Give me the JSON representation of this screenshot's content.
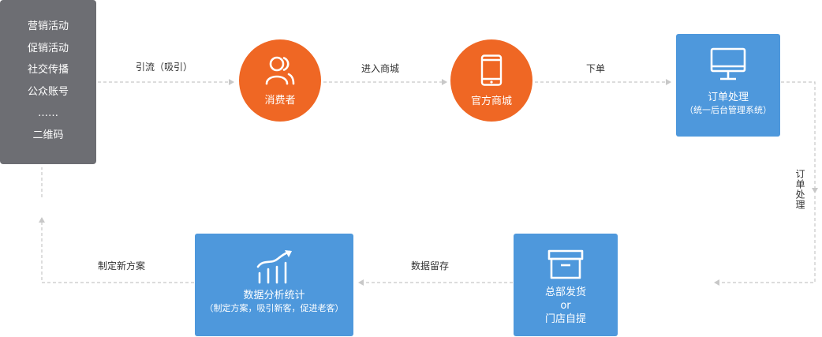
{
  "channels": {
    "items": [
      "营销活动",
      "促销活动",
      "社交传播",
      "公众账号",
      "……",
      "二维码"
    ]
  },
  "nodes": {
    "consumer": {
      "label": "消费者",
      "icon": "users-icon"
    },
    "official_mall": {
      "label": "官方商城",
      "icon": "mobile-phone-icon"
    },
    "order_processing": {
      "label": "订单处理",
      "sub": "（统一后台管理系统）",
      "icon": "monitor-icon"
    },
    "fulfillment": {
      "line1": "总部发货",
      "line2": "or",
      "line3": "门店自提",
      "icon": "box-icon"
    },
    "analytics": {
      "label": "数据分析统计",
      "sub": "（制定方案，吸引新客，促进老客）",
      "icon": "bar-chart-trend-icon"
    }
  },
  "edges": {
    "to_consumer": "引流（吸引）",
    "to_mall": "进入商城",
    "to_order": "下单",
    "order_down": "订单处理",
    "to_analytics": "数据留存",
    "back_to_channels": "制定新方案"
  },
  "colors": {
    "channels_bg": "#6d6e73",
    "circle": "#ef6724",
    "box": "#4e98dc",
    "dashed_line": "#c8c8c8"
  }
}
